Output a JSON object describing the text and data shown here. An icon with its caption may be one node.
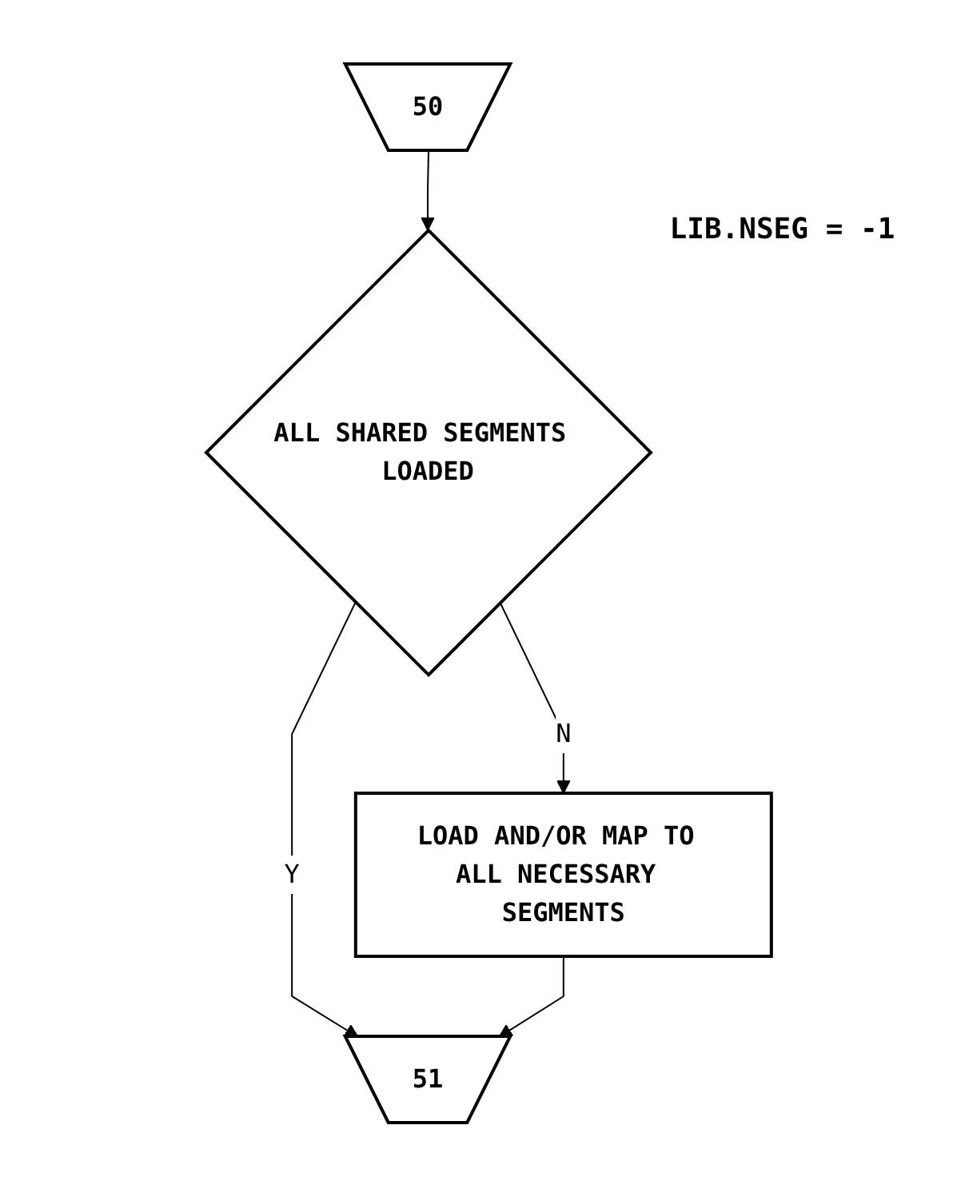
{
  "diagram": {
    "nodes": [
      {
        "text": [
          "50"
        ]
      },
      {
        "text": [
          "ALL SHARED SEGMENTS LOADED"
        ],
        "beside": [
          "LIB.NSEG = -1"
        ]
      },
      {
        "text": [
          "LOAD AND/OR MAP TO ALL NECESSARY SEGMENTS"
        ]
      },
      {
        "text": [
          "51"
        ]
      }
    ],
    "edges": [
      {
        "from": 0,
        "to": 1,
        "arrow": "to"
      },
      {
        "from": 1,
        "to": 3,
        "arrow": "to",
        "label": "Y"
      },
      {
        "from": 1,
        "to": 2,
        "arrow": "to",
        "label": "N"
      },
      {
        "from": 2,
        "to": 3,
        "arrow": "to"
      }
    ]
  }
}
